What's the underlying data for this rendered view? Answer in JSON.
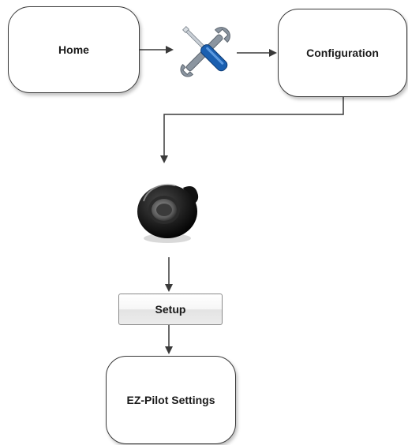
{
  "nodes": {
    "home": "Home",
    "configuration": "Configuration",
    "setup": "Setup",
    "ez_pilot_settings": "EZ-Pilot Settings"
  },
  "icons": {
    "tools": "wrench-screwdriver-icon",
    "device": "steering-wheel-motor-icon"
  },
  "colors": {
    "border": "#3a3a3a",
    "arrow": "#3a3a3a",
    "screwdriver_handle": "#1a5fb0",
    "wrench": "#7d8894"
  }
}
